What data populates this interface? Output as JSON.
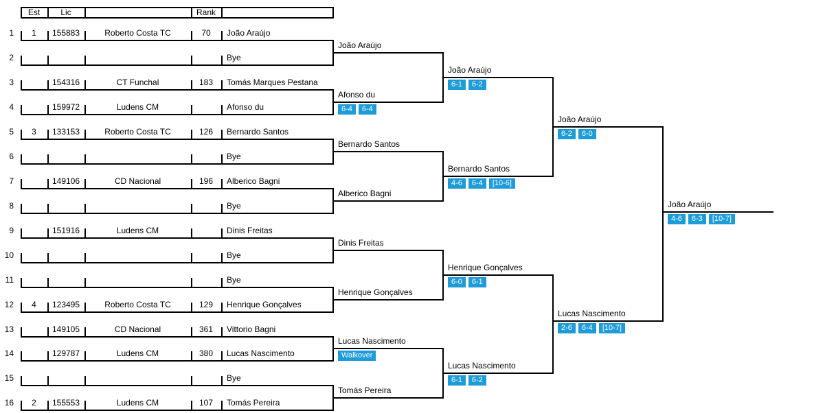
{
  "accent_color": "#1e9cd7",
  "header": {
    "est": "Est",
    "lic": "Lic",
    "rank": "Rank"
  },
  "entries": [
    {
      "seq": "1",
      "est": "1",
      "lic": "155883",
      "club": "Roberto Costa TC",
      "rank": "70",
      "name": "João Araújo"
    },
    {
      "seq": "2",
      "est": "",
      "lic": "",
      "club": "",
      "rank": "",
      "name": "Bye"
    },
    {
      "seq": "3",
      "est": "",
      "lic": "154316",
      "club": "CT Funchal",
      "rank": "183",
      "name": "Tomás Marques Pestana"
    },
    {
      "seq": "4",
      "est": "",
      "lic": "159972",
      "club": "Ludens CM",
      "rank": "",
      "name": "Afonso du"
    },
    {
      "seq": "5",
      "est": "3",
      "lic": "133153",
      "club": "Roberto Costa TC",
      "rank": "126",
      "name": "Bernardo Santos"
    },
    {
      "seq": "6",
      "est": "",
      "lic": "",
      "club": "",
      "rank": "",
      "name": "Bye"
    },
    {
      "seq": "7",
      "est": "",
      "lic": "149106",
      "club": "CD Nacional",
      "rank": "196",
      "name": "Alberico Bagni"
    },
    {
      "seq": "8",
      "est": "",
      "lic": "",
      "club": "",
      "rank": "",
      "name": "Bye"
    },
    {
      "seq": "9",
      "est": "",
      "lic": "151916",
      "club": "Ludens CM",
      "rank": "",
      "name": "Dinis Freitas"
    },
    {
      "seq": "10",
      "est": "",
      "lic": "",
      "club": "",
      "rank": "",
      "name": "Bye"
    },
    {
      "seq": "11",
      "est": "",
      "lic": "",
      "club": "",
      "rank": "",
      "name": "Bye"
    },
    {
      "seq": "12",
      "est": "4",
      "lic": "123495",
      "club": "Roberto Costa TC",
      "rank": "129",
      "name": "Henrique Gonçalves"
    },
    {
      "seq": "13",
      "est": "",
      "lic": "149105",
      "club": "CD Nacional",
      "rank": "361",
      "name": "Vittorio Bagni"
    },
    {
      "seq": "14",
      "est": "",
      "lic": "129787",
      "club": "Ludens CM",
      "rank": "380",
      "name": "Lucas Nascimento"
    },
    {
      "seq": "15",
      "est": "",
      "lic": "",
      "club": "",
      "rank": "",
      "name": "Bye"
    },
    {
      "seq": "16",
      "est": "2",
      "lic": "155553",
      "club": "Ludens CM",
      "rank": "107",
      "name": "Tomás Pereira"
    }
  ],
  "rounds": {
    "r1_winners": [
      {
        "name": "João Araújo",
        "scores": []
      },
      {
        "name": "Afonso du",
        "scores": [
          "6-4",
          "6-4"
        ]
      },
      {
        "name": "Bernardo Santos",
        "scores": []
      },
      {
        "name": "Alberico Bagni",
        "scores": []
      },
      {
        "name": "Dinis Freitas",
        "scores": []
      },
      {
        "name": "Henrique Gonçalves",
        "scores": []
      },
      {
        "name": "Lucas Nascimento",
        "scores": [
          "Walkover"
        ]
      },
      {
        "name": "Tomás Pereira",
        "scores": []
      }
    ],
    "r2_winners": [
      {
        "name": "João Araújo",
        "scores": [
          "6-1",
          "6-2"
        ]
      },
      {
        "name": "Bernardo Santos",
        "scores": [
          "4-6",
          "6-4",
          "[10-6]"
        ]
      },
      {
        "name": "Henrique Gonçalves",
        "scores": [
          "6-0",
          "6-1"
        ]
      },
      {
        "name": "Lucas Nascimento",
        "scores": [
          "6-1",
          "6-2"
        ]
      }
    ],
    "sf_winners": [
      {
        "name": "João Araújo",
        "scores": [
          "6-2",
          "6-0"
        ]
      },
      {
        "name": "Lucas Nascimento",
        "scores": [
          "2-6",
          "6-4",
          "[10-7]"
        ]
      }
    ],
    "champion": {
      "name": "João Araújo",
      "scores": [
        "4-6",
        "6-3",
        "[10-7]"
      ]
    }
  }
}
